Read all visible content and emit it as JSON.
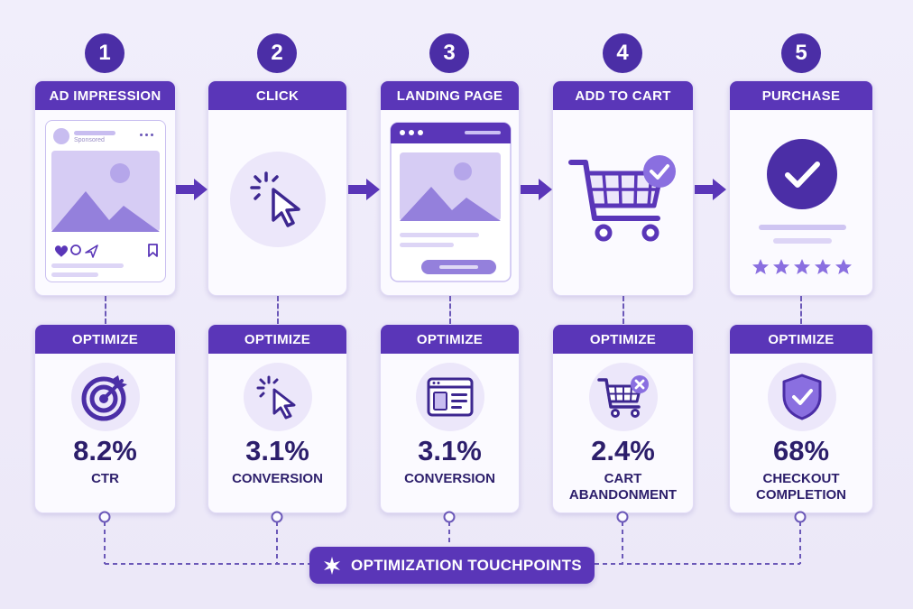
{
  "stages": [
    {
      "number": "1",
      "title": "AD IMPRESSION",
      "optimize_label": "OPTIMIZE",
      "metric_value": "8.2%",
      "metric_label": "CTR"
    },
    {
      "number": "2",
      "title": "CLICK",
      "optimize_label": "OPTIMIZE",
      "metric_value": "3.1%",
      "metric_label": "CONVERSION"
    },
    {
      "number": "3",
      "title": "LANDING PAGE",
      "optimize_label": "OPTIMIZE",
      "metric_value": "3.1%",
      "metric_label": "CONVERSION"
    },
    {
      "number": "4",
      "title": "ADD TO CART",
      "optimize_label": "OPTIMIZE",
      "metric_value": "2.4%",
      "metric_label_line1": "CART",
      "metric_label_line2": "ABANDONMENT"
    },
    {
      "number": "5",
      "title": "PURCHASE",
      "optimize_label": "OPTIMIZE",
      "metric_value": "68%",
      "metric_label_line1": "CHECKOUT",
      "metric_label_line2": "COMPLETION"
    }
  ],
  "ad_mock": {
    "sponsored_text": "Sponsored"
  },
  "footer": {
    "label": "OPTIMIZATION TOUCHPOINTS"
  },
  "colors": {
    "primary": "#5a36b8",
    "dark": "#2c1e6b",
    "light": "#ece7fa",
    "accent": "#8a6fe0"
  },
  "icons": [
    "ad-post-icon",
    "cursor-click-icon",
    "landing-page-icon",
    "shopping-cart-check-icon",
    "checkmark-circle-icon",
    "star-icon",
    "target-icon",
    "browser-layout-icon",
    "cart-remove-icon",
    "shield-check-icon",
    "sparkle-icon"
  ]
}
